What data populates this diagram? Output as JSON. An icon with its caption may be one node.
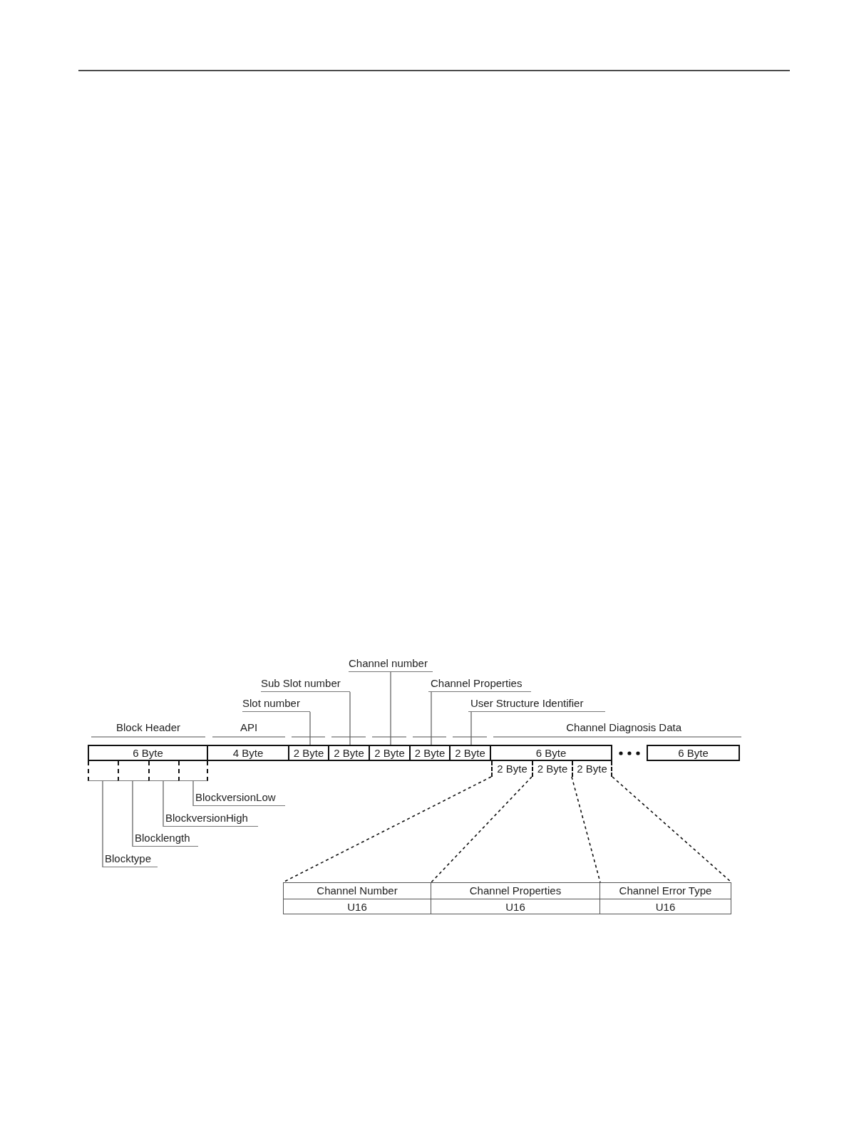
{
  "diagram": {
    "nodes": [
      {
        "text": [
          "Channel number"
        ]
      },
      {
        "text": [
          "Sub Slot number"
        ]
      },
      {
        "text": [
          "Channel Properties"
        ]
      },
      {
        "text": [
          "Slot number"
        ]
      },
      {
        "text": [
          "User Structure Identifier"
        ]
      },
      {
        "text": [
          "6 Byte"
        ]
      },
      {
        "text": [
          "4 Byte"
        ]
      },
      {
        "text": [
          "2 Byte"
        ]
      },
      {
        "text": [
          "2 Byte"
        ]
      },
      {
        "text": [
          "2 Byte"
        ]
      },
      {
        "text": [
          "2 Byte"
        ]
      },
      {
        "text": [
          "2 Byte"
        ]
      },
      {
        "text": [
          "6 Byte"
        ]
      },
      {
        "text": [
          "6 Byte"
        ]
      },
      {
        "text": [],
        "shape": "box"
      },
      {
        "text": [],
        "shape": "box"
      },
      {
        "text": [],
        "shape": "box"
      },
      {
        "text": [],
        "shape": "box"
      },
      {
        "text": [
          "2 Byte"
        ]
      },
      {
        "text": [
          "2 Byte"
        ]
      },
      {
        "text": [
          "2 Byte"
        ]
      },
      {
        "text": [
          "BlockversionLow"
        ]
      },
      {
        "text": [
          "BlockversionHigh"
        ]
      },
      {
        "text": [
          "Blocklength"
        ]
      },
      {
        "text": [
          "Blocktype"
        ]
      },
      {
        "text": [
          "Channel Number",
          "U16"
        ]
      },
      {
        "text": [
          "Channel Properties",
          "U16"
        ]
      },
      {
        "text": [
          "Channel Error Type",
          "U16"
        ]
      }
    ],
    "edges": [
      {
        "from": 0,
        "to": 9,
        "arrow": "none"
      },
      {
        "from": 1,
        "to": 8,
        "arrow": "none"
      },
      {
        "from": 2,
        "to": 10,
        "arrow": "none"
      },
      {
        "from": 3,
        "to": 7,
        "arrow": "none"
      },
      {
        "from": 4,
        "to": 11,
        "arrow": "none"
      },
      {
        "from": 21,
        "to": 17,
        "arrow": "none"
      },
      {
        "from": 22,
        "to": 16,
        "arrow": "none"
      },
      {
        "from": 23,
        "to": 15,
        "arrow": "none"
      },
      {
        "from": 24,
        "to": 14,
        "arrow": "none"
      },
      {
        "from": 18,
        "to": 25,
        "arrow": "none",
        "style": "dashed"
      },
      {
        "from": 19,
        "to": 26,
        "arrow": "none",
        "style": "dashed"
      },
      {
        "from": 20,
        "to": 27,
        "arrow": "none",
        "style": "dashed"
      }
    ],
    "labels": [
      "Block Header",
      "API",
      "Channel Diagnosis Data"
    ]
  }
}
